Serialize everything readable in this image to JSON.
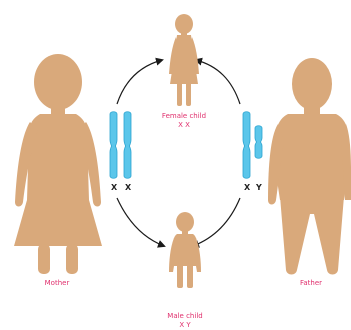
{
  "colors": {
    "skin": "#d9a97b",
    "chromosome": "#5bc6ea",
    "chromosome_dark": "#2aa3d0",
    "label": "#e0316e",
    "arrow": "#1a1a1a"
  },
  "labels": {
    "mother": "Mother",
    "father": "Father",
    "female_child": "Female child",
    "female_child_genotype": "X X",
    "male_child": "Male child",
    "male_child_genotype": "X Y"
  },
  "mother_chromosomes": {
    "left": "X",
    "right": "X"
  },
  "father_chromosomes": {
    "left": "X",
    "right": "Y"
  },
  "figures": {
    "mother": "woman-silhouette",
    "father": "man-silhouette",
    "female_child": "girl-silhouette",
    "male_child": "boy-silhouette"
  }
}
